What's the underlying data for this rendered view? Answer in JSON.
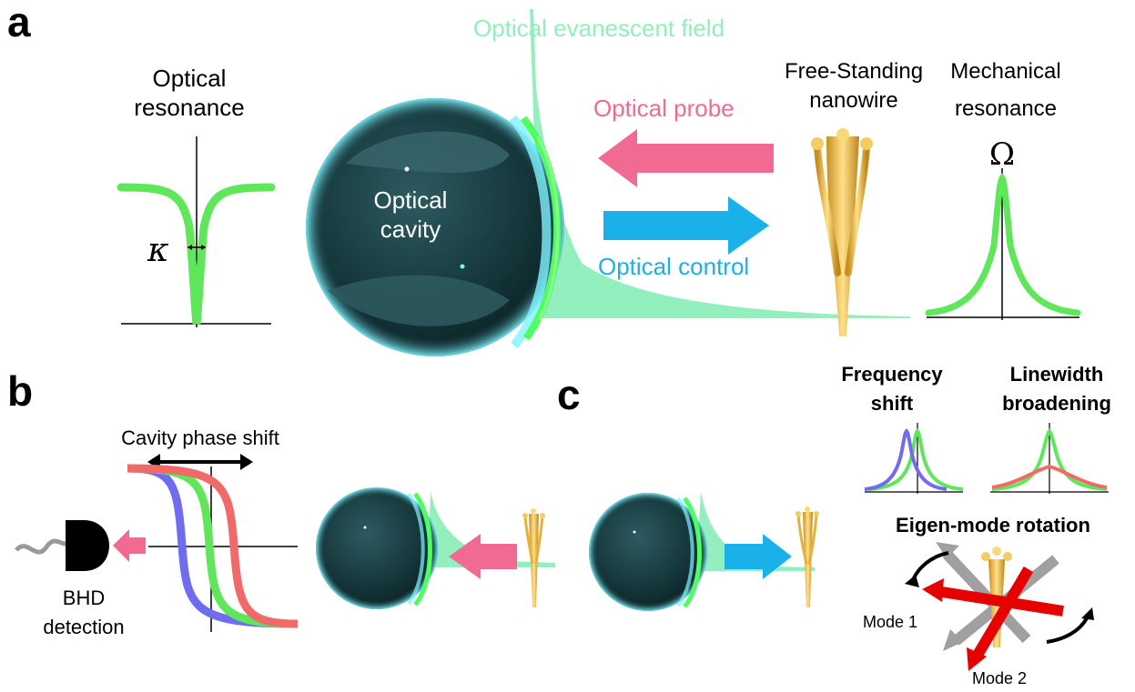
{
  "panels": {
    "a": {
      "letter": "a",
      "optical_resonance": [
        "Optical",
        "resonance"
      ],
      "kappa_symbol": "κ",
      "cavity_label": [
        "Optical",
        "cavity"
      ],
      "evanescent_label": "Optical evanescent field",
      "probe_label": "Optical probe",
      "control_label": "Optical control",
      "nanowire_label": [
        "Free-Standing",
        "nanowire"
      ],
      "mechanical_label": [
        "Mechanical",
        "resonance"
      ],
      "omega_symbol": "Ω"
    },
    "b": {
      "letter": "b",
      "phase_shift_label": "Cavity phase shift",
      "bhd_label": [
        "BHD",
        "detection"
      ]
    },
    "c": {
      "letter": "c",
      "freq_shift_label": [
        "Frequency",
        "shift"
      ],
      "linewidth_label": [
        "Linewidth",
        "broadening"
      ],
      "eigen_rotation_label": "Eigen-mode rotation",
      "mode1_label": "Mode 1",
      "mode2_label": "Mode 2"
    }
  },
  "colors": {
    "green": "#5fe65a",
    "evanescent": "#8ff0b8",
    "pink": "#f06a92",
    "blue": "#1ab0ea",
    "purple": "#6f6cf0",
    "red_curve": "#f06a6a",
    "mode_red": "#e60000",
    "mode_gray": "#a0a0a0",
    "cavity_dark": "#17383c",
    "gold": "#e3b13e"
  }
}
